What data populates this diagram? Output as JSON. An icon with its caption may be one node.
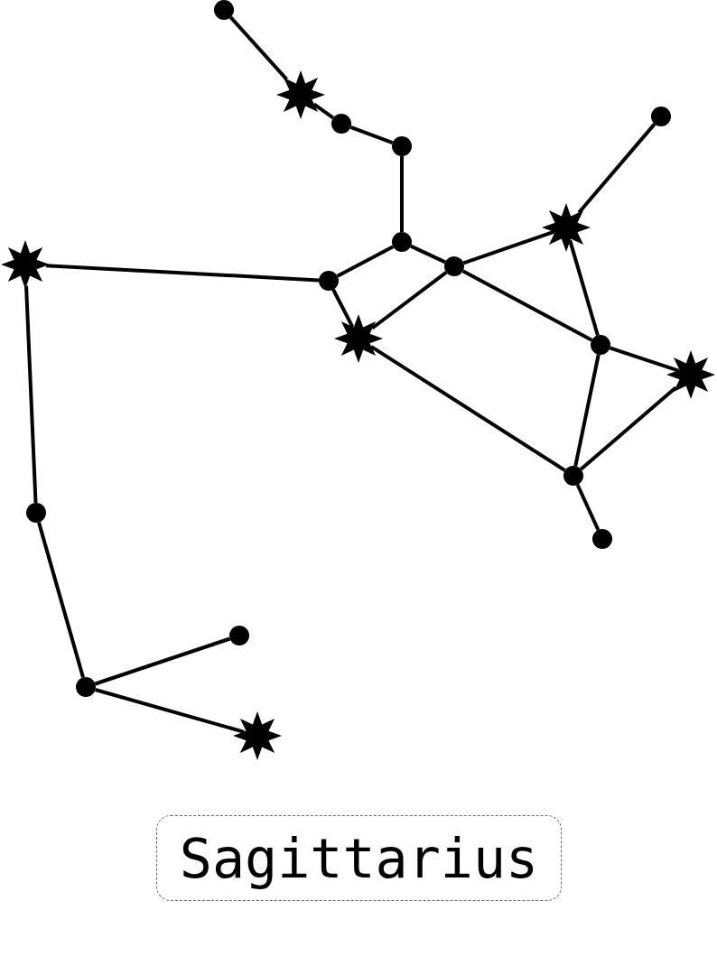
{
  "diagram": {
    "nodes": [
      {
        "text": [],
        "shape": "circle"
      },
      {
        "text": [],
        "shape": "star"
      },
      {
        "text": [],
        "shape": "circle"
      },
      {
        "text": [],
        "shape": "circle"
      },
      {
        "text": [],
        "shape": "circle"
      },
      {
        "text": [],
        "shape": "star"
      },
      {
        "text": [],
        "shape": "circle"
      },
      {
        "text": [],
        "shape": "star"
      },
      {
        "text": [],
        "shape": "circle"
      },
      {
        "text": [],
        "shape": "circle"
      },
      {
        "text": [],
        "shape": "star"
      },
      {
        "text": [],
        "shape": "circle"
      },
      {
        "text": [],
        "shape": "star"
      },
      {
        "text": [],
        "shape": "circle"
      },
      {
        "text": [],
        "shape": "circle"
      },
      {
        "text": [],
        "shape": "circle"
      },
      {
        "text": [],
        "shape": "circle"
      },
      {
        "text": [],
        "shape": "circle"
      },
      {
        "text": [],
        "shape": "star"
      },
      {
        "text": [
          "Sagittarius"
        ]
      }
    ],
    "edges": [
      {
        "from": 0,
        "to": 1,
        "arrow": "none"
      },
      {
        "from": 1,
        "to": 3,
        "arrow": "none"
      },
      {
        "from": 3,
        "to": 4,
        "arrow": "none"
      },
      {
        "from": 4,
        "to": 6,
        "arrow": "none"
      },
      {
        "from": 6,
        "to": 9,
        "arrow": "none"
      },
      {
        "from": 6,
        "to": 8,
        "arrow": "none"
      },
      {
        "from": 9,
        "to": 7,
        "arrow": "none"
      },
      {
        "from": 9,
        "to": 10,
        "arrow": "none"
      },
      {
        "from": 10,
        "to": 8,
        "arrow": "none"
      },
      {
        "from": 8,
        "to": 5,
        "arrow": "none"
      },
      {
        "from": 5,
        "to": 2,
        "arrow": "none"
      },
      {
        "from": 5,
        "to": 11,
        "arrow": "none"
      },
      {
        "from": 8,
        "to": 11,
        "arrow": "none"
      },
      {
        "from": 11,
        "to": 12,
        "arrow": "none"
      },
      {
        "from": 11,
        "to": 13,
        "arrow": "none"
      },
      {
        "from": 12,
        "to": 13,
        "arrow": "none"
      },
      {
        "from": 10,
        "to": 13,
        "arrow": "none"
      },
      {
        "from": 13,
        "to": 15,
        "arrow": "none"
      },
      {
        "from": 7,
        "to": 14,
        "arrow": "none"
      },
      {
        "from": 14,
        "to": 17,
        "arrow": "none"
      },
      {
        "from": 17,
        "to": 16,
        "arrow": "none"
      },
      {
        "from": 17,
        "to": 18,
        "arrow": "none"
      }
    ]
  }
}
